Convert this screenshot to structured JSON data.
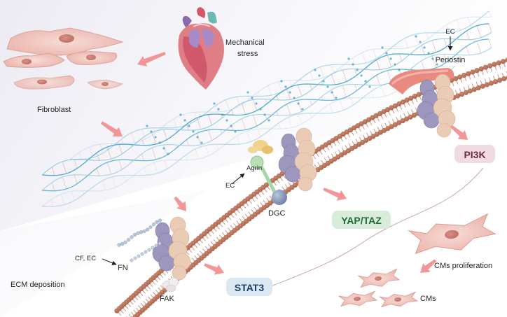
{
  "labels": {
    "fibroblast": "Fibroblast",
    "mechanical_stress_line1": "Mechanical",
    "mechanical_stress_line2": "stress",
    "ec_top": "EC",
    "periostin": "Periostin",
    "agrin": "Agrin",
    "ec_agrin": "EC",
    "dgc": "DGC",
    "cf_ec": "CF, EC",
    "fn": "FN",
    "fak": "FAK",
    "ecm_deposition": "ECM  deposition",
    "cms_proliferation": "CMs proliferation",
    "cms": "CMs"
  },
  "badges": {
    "pi3k": "PI3K",
    "yap_taz": "YAP/TAZ",
    "stat3": "STAT3"
  },
  "colors": {
    "membrane": "#c98476",
    "membrane_dark": "#b86a5c",
    "receptor_purple": "#9d97bd",
    "receptor_tan": "#e9cbb6",
    "arrow": "#f08585",
    "pi3k_text": "#6b2c44",
    "pi3k_bg": "#f1dbe1",
    "yap_text": "#1f6b37",
    "yap_bg": "#d9ecd9",
    "stat3_text": "#1d3f66",
    "stat3_bg": "#dbe7f1",
    "dna_blue": "#3aa3c8",
    "dna_pink": "#e4a0a4",
    "cell_pink": "#f0cbc5"
  }
}
